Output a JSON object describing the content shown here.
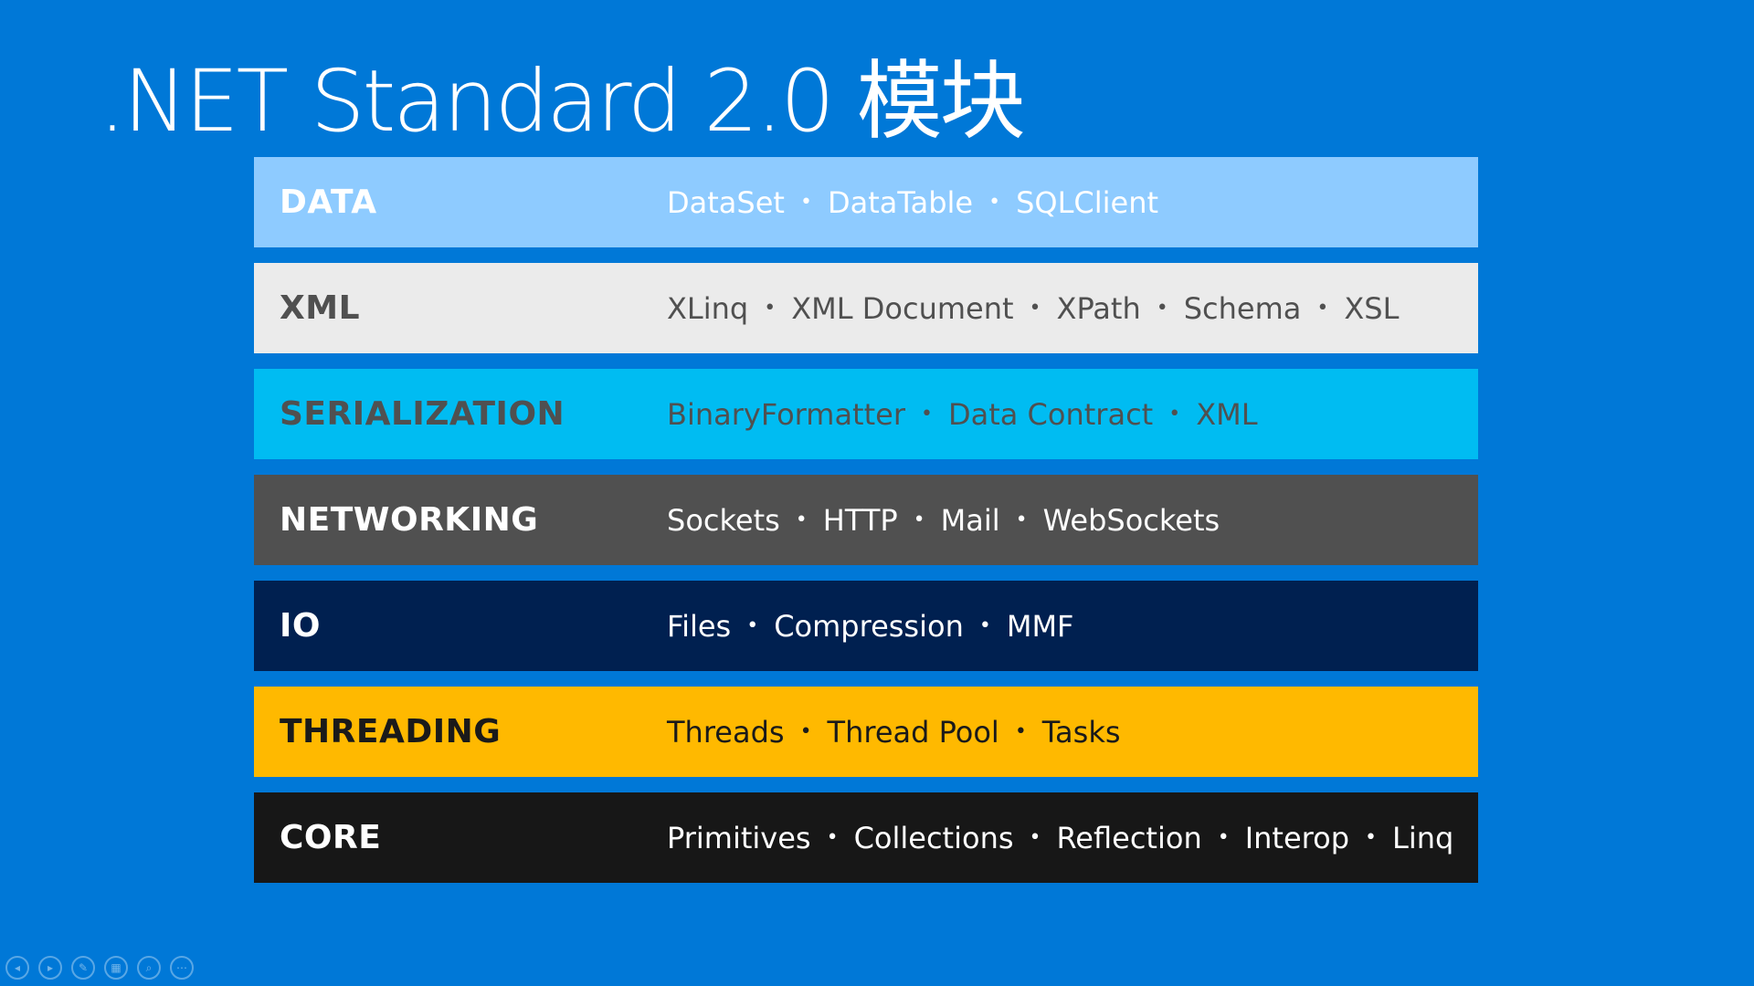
{
  "slide": {
    "title": ".NET Standard 2.0 模块",
    "background": "#0078d7"
  },
  "modules": [
    {
      "name": "DATA",
      "color": "#8ecbff",
      "items": [
        "DataSet",
        "DataTable",
        "SQLClient"
      ]
    },
    {
      "name": "XML",
      "color": "#ebebeb",
      "items": [
        "XLinq",
        "XML Document",
        "XPath",
        "Schema",
        "XSL"
      ]
    },
    {
      "name": "SERIALIZATION",
      "color": "#00bcf2",
      "items": [
        "BinaryFormatter",
        "Data Contract",
        "XML"
      ]
    },
    {
      "name": "NETWORKING",
      "color": "#505050",
      "items": [
        "Sockets",
        "HTTP",
        "Mail",
        "WebSockets"
      ]
    },
    {
      "name": "IO",
      "color": "#002050",
      "items": [
        "Files",
        "Compression",
        "MMF"
      ]
    },
    {
      "name": "THREADING",
      "color": "#ffb900",
      "items": [
        "Threads",
        "Thread Pool",
        "Tasks"
      ]
    },
    {
      "name": "CORE",
      "color": "#171717",
      "items": [
        "Primitives",
        "Collections",
        "Reflection",
        "Interop",
        "Linq"
      ]
    }
  ],
  "separator": "•",
  "toolbar": {
    "buttons": [
      {
        "name": "previous-slide",
        "icon": "chevron-left-icon",
        "glyph": "◂"
      },
      {
        "name": "next-slide",
        "icon": "chevron-right-icon",
        "glyph": "▸"
      },
      {
        "name": "pen-tool",
        "icon": "pen-icon",
        "glyph": "✎"
      },
      {
        "name": "see-all-slides",
        "icon": "slides-grid-icon",
        "glyph": "▦"
      },
      {
        "name": "zoom",
        "icon": "magnifier-icon",
        "glyph": "⌕"
      },
      {
        "name": "more-options",
        "icon": "ellipsis-icon",
        "glyph": "⋯"
      }
    ]
  }
}
